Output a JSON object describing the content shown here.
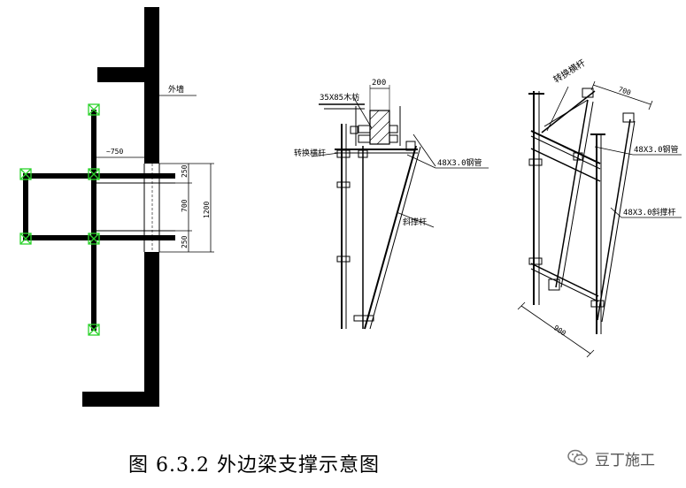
{
  "caption": "图 6.3.2  外边梁支撑示意图",
  "watermark": "豆丁施工",
  "left_view": {
    "label_outer_wall": "外墙",
    "dim_offset": "~750",
    "dim_top": "250",
    "dim_mid": "700",
    "dim_bottom": "250",
    "dim_total": "1200"
  },
  "middle_view": {
    "dim_top": "200",
    "label_timber": "35X85木枋",
    "label_transfer_bar": "转换横杆",
    "label_pipe": "48X3.0钢管",
    "label_diagonal": "斜撑杆"
  },
  "right_view": {
    "label_transfer_bar": "转换横杆",
    "dim_top": "700",
    "label_pipe": "48X3.0钢管",
    "label_diagonal_pipe": "48X3.0斜撑杆",
    "dim_bottom": "900"
  },
  "colors": {
    "line": "#000000",
    "marker": "#2bd32b"
  }
}
